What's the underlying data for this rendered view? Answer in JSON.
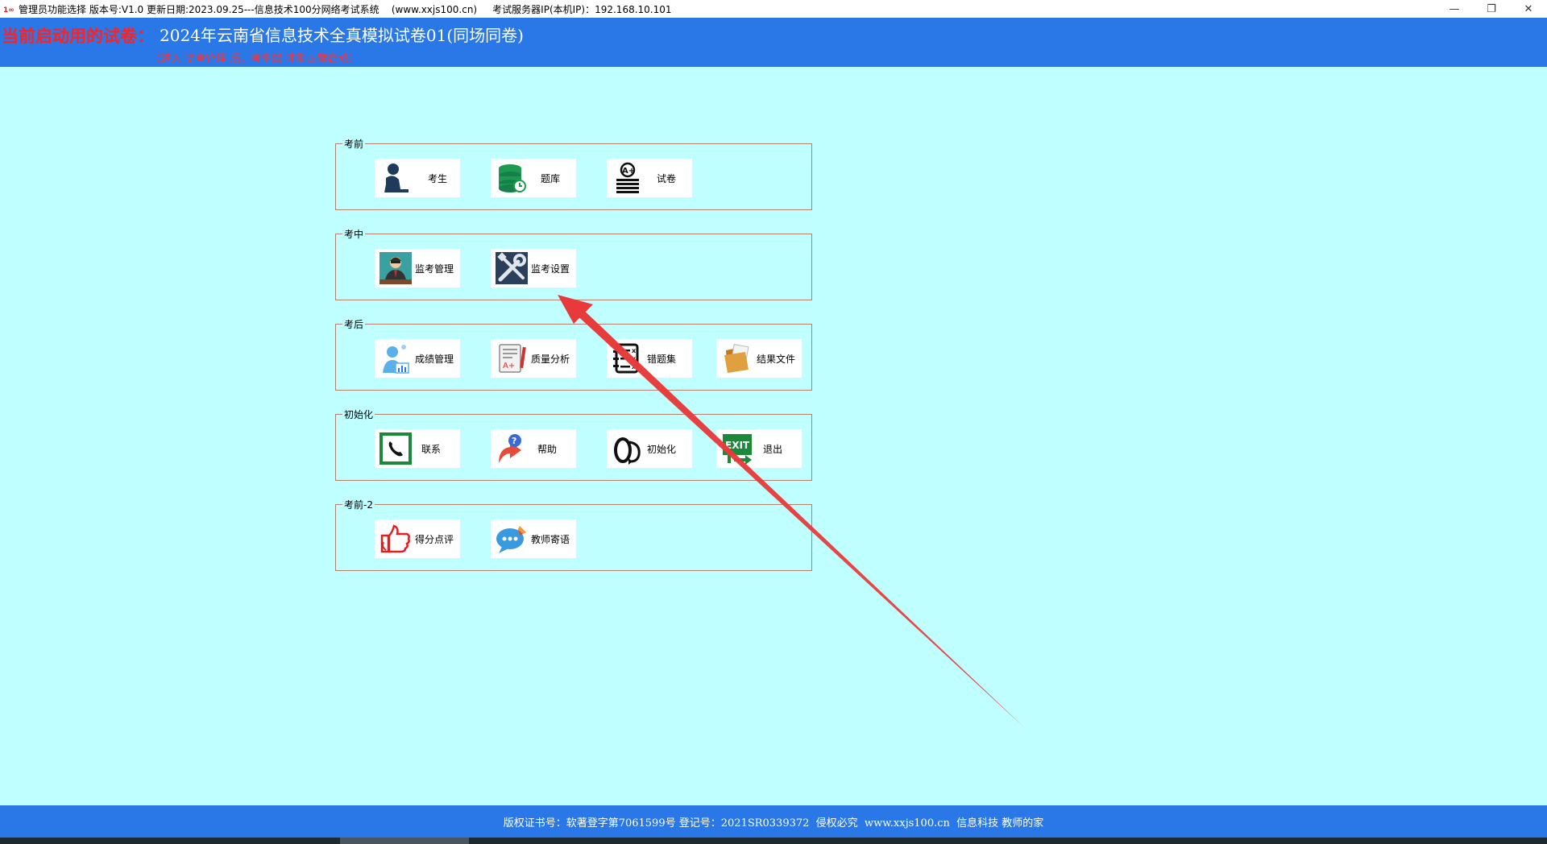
{
  "window": {
    "title": "管理员功能选择 版本号:V1.0 更新日期:2023.09.25---信息技术100分网络考试系统    (www.xxjs100.cn)     考试服务器IP(本机IP)：192.168.10.101",
    "minimize": "—",
    "restore": "❐",
    "close": "✕"
  },
  "banner": {
    "label": "当前启动用的试卷：",
    "paper_title": "2024年云南省信息技术全真模拟试卷01(同场同卷)",
    "hint": "（进入 监考管理 后，考生端 才能正常启动）"
  },
  "groups": [
    {
      "title": "考前",
      "items": [
        {
          "label": "考生",
          "icon": "student-icon"
        },
        {
          "label": "题库",
          "icon": "database-icon"
        },
        {
          "label": "试卷",
          "icon": "exam-paper-icon"
        }
      ]
    },
    {
      "title": "考中",
      "items": [
        {
          "label": "监考管理",
          "icon": "proctor-icon"
        },
        {
          "label": "监考设置",
          "icon": "tools-icon"
        }
      ]
    },
    {
      "title": "考后",
      "items": [
        {
          "label": "成绩管理",
          "icon": "score-user-icon"
        },
        {
          "label": "质量分析",
          "icon": "report-icon"
        },
        {
          "label": "错题集",
          "icon": "wrong-list-icon"
        },
        {
          "label": "结果文件",
          "icon": "folder-icon"
        }
      ]
    },
    {
      "title": "初始化",
      "items": [
        {
          "label": "联系",
          "icon": "phone-icon"
        },
        {
          "label": "帮助",
          "icon": "help-icon"
        },
        {
          "label": "初始化",
          "icon": "reset-icon"
        },
        {
          "label": "退出",
          "icon": "exit-icon"
        }
      ]
    },
    {
      "title": "考前-2",
      "items": [
        {
          "label": "得分点评",
          "icon": "thumbs-up-icon"
        },
        {
          "label": "教师寄语",
          "icon": "chat-bubble-icon"
        }
      ]
    }
  ],
  "footer": {
    "text": "版权证书号：软著登字第7061599号 登记号：2021SR0339372  侵权必究  www.xxjs100.cn  信息科技 教师的家"
  },
  "colors": {
    "background": "#c0ffff",
    "banner": "#2a78e8",
    "accent_red": "#ff2020",
    "arrow": "#e83a3a"
  }
}
